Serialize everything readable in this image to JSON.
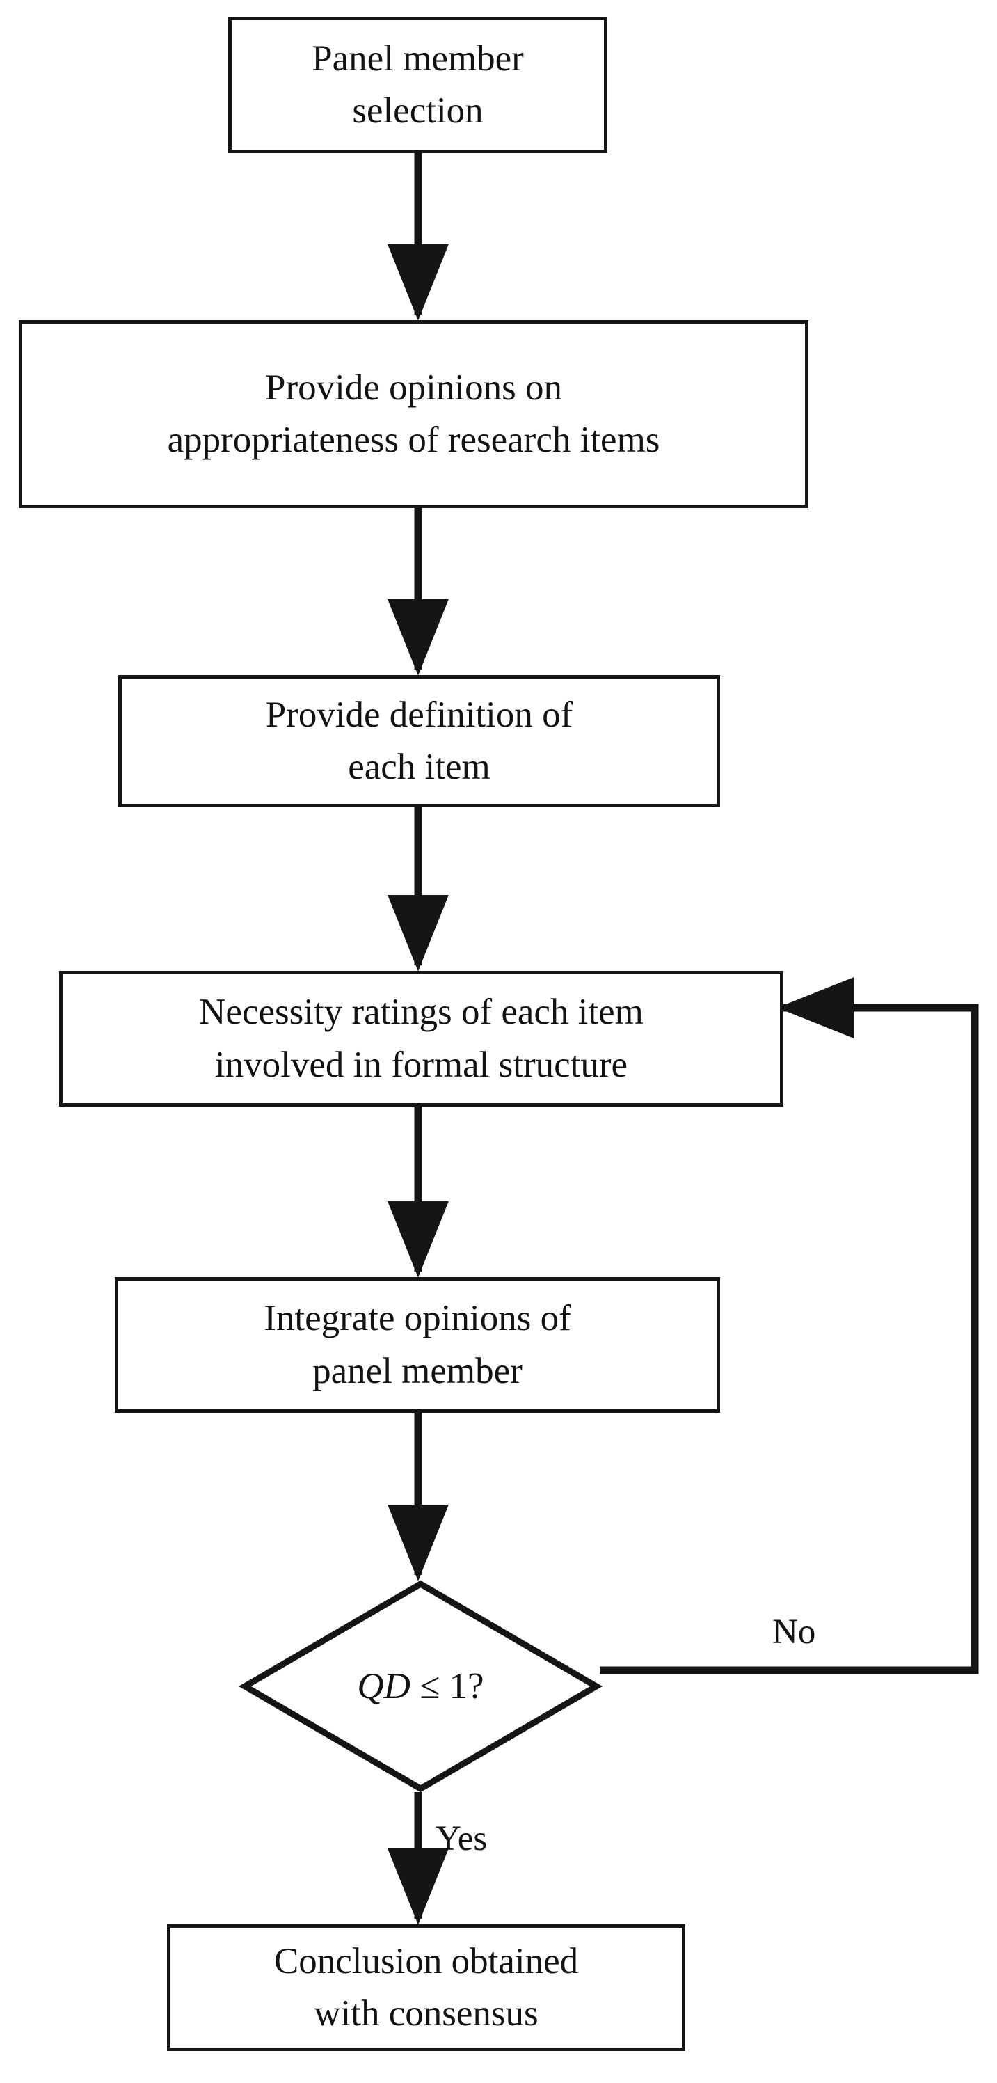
{
  "diagram": {
    "title": "Delphi consensus process flowchart",
    "type": "flowchart",
    "orientation": "top-to-bottom",
    "stroke_color": "#151515",
    "fill_color": "#ffffff",
    "text_color": "#121212",
    "nodes": [
      {
        "id": "n1",
        "shape": "process",
        "text": "Panel member\nselection"
      },
      {
        "id": "n2",
        "shape": "process",
        "text": "Provide opinions on\nappropriateness of research items"
      },
      {
        "id": "n3",
        "shape": "process",
        "text": "Provide definition of\neach item"
      },
      {
        "id": "n4",
        "shape": "process",
        "text": "Necessity ratings of each item\ninvolved in formal structure"
      },
      {
        "id": "n5",
        "shape": "process",
        "text": "Integrate opinions of\npanel member"
      },
      {
        "id": "n6",
        "shape": "decision",
        "text_italic": "QD",
        "text_rest": " ≤ 1?",
        "text": "QD ≤ 1?"
      },
      {
        "id": "n7",
        "shape": "process",
        "text": "Conclusion obtained\nwith consensus"
      }
    ],
    "edges": [
      {
        "from": "n1",
        "to": "n2",
        "label": ""
      },
      {
        "from": "n2",
        "to": "n3",
        "label": ""
      },
      {
        "from": "n3",
        "to": "n4",
        "label": ""
      },
      {
        "from": "n4",
        "to": "n5",
        "label": ""
      },
      {
        "from": "n5",
        "to": "n6",
        "label": ""
      },
      {
        "from": "n6",
        "to": "n4",
        "label": "No"
      },
      {
        "from": "n6",
        "to": "n7",
        "label": "Yes"
      }
    ],
    "labels": {
      "no": "No",
      "yes": "Yes"
    }
  }
}
